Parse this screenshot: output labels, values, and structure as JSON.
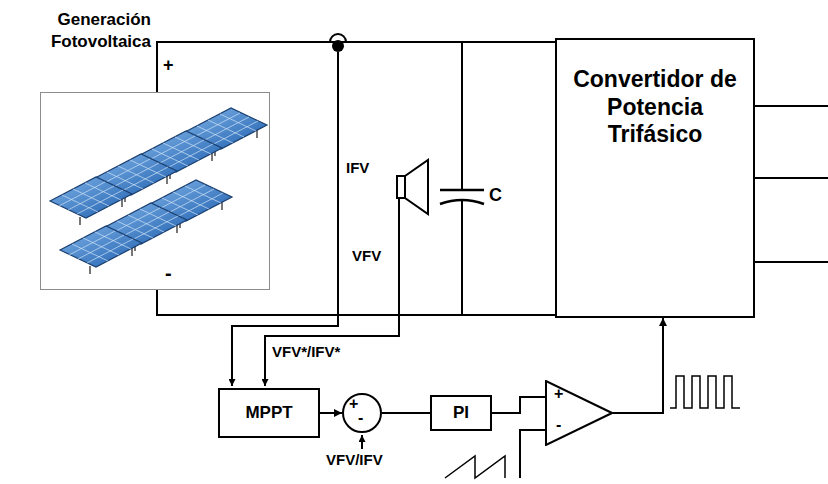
{
  "diagram": {
    "nodes": [
      {
        "text": [
          "Generación Fotovoltaica"
        ]
      },
      {
        "text": [
          "Convertidor de Potencia Trifásico"
        ]
      },
      {
        "text": [
          "MPPT"
        ]
      },
      {
        "text": [
          "+",
          "-"
        ]
      },
      {
        "text": [
          "PI"
        ]
      },
      {
        "text": [
          "+",
          "-"
        ]
      }
    ],
    "edges": [
      {
        "from": 0,
        "to": 1,
        "arrow": "none"
      },
      {
        "from": 0,
        "to": 1,
        "arrow": "none"
      },
      {
        "from": 2,
        "to": 3,
        "arrow": "to"
      },
      {
        "from": 3,
        "to": 4,
        "arrow": "none"
      },
      {
        "from": 4,
        "to": 5,
        "arrow": "none"
      },
      {
        "from": 5,
        "to": 1,
        "arrow": "to"
      }
    ],
    "labels": [
      "+",
      "-",
      "IFV",
      "VFV",
      "C",
      "VFV*/IFV*",
      "VFV/IFV"
    ]
  }
}
